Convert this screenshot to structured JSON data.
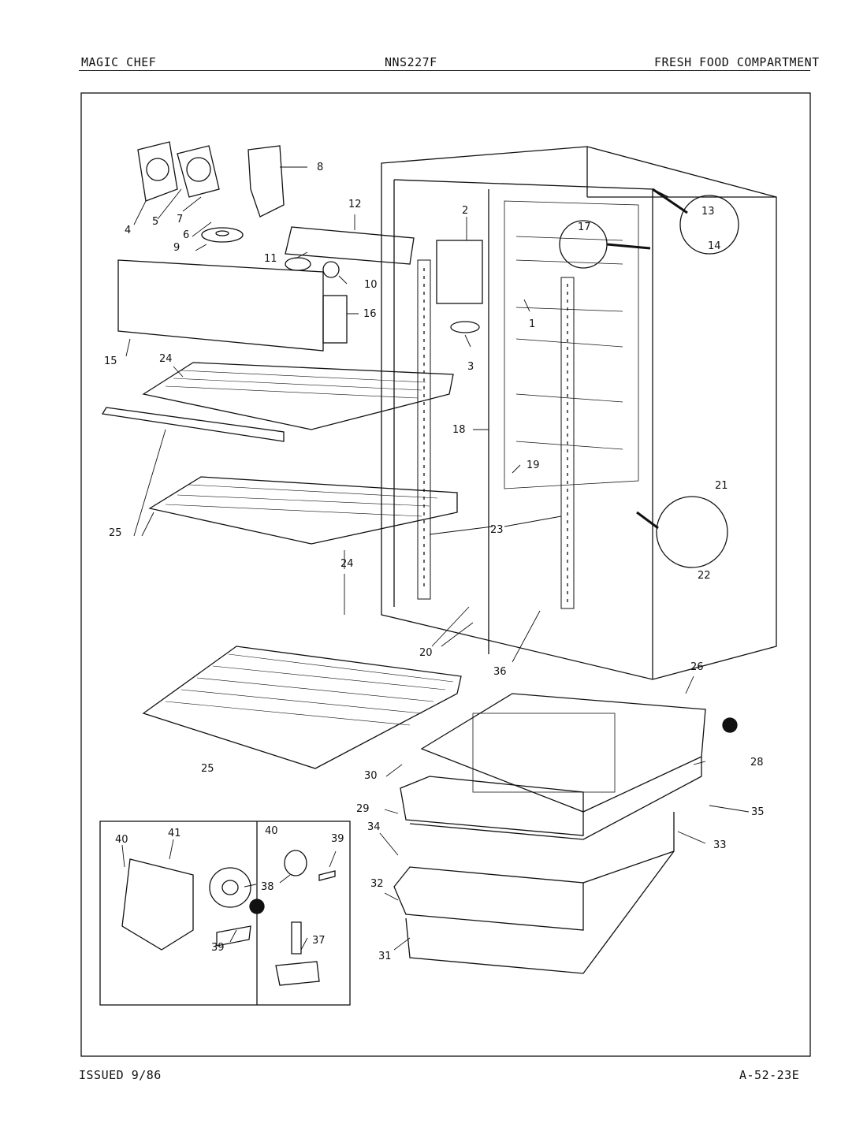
{
  "header": {
    "brand": "MAGIC CHEF",
    "model": "NNS227F",
    "section": "FRESH FOOD COMPARTMENT"
  },
  "footer": {
    "issued": "ISSUED 9/86",
    "code": "A-52-23E"
  },
  "callouts": {
    "c1": "1",
    "c2": "2",
    "c3": "3",
    "c4": "4",
    "c5": "5",
    "c6": "6",
    "c7": "7",
    "c8": "8",
    "c9": "9",
    "c10": "10",
    "c11": "11",
    "c12": "12",
    "c13": "13",
    "c14": "14",
    "c15": "15",
    "c16": "16",
    "c17": "17",
    "c18": "18",
    "c19": "19",
    "c20": "20",
    "c21": "21",
    "c22": "22",
    "c23": "23",
    "c24a": "24",
    "c24b": "24",
    "c25a": "25",
    "c25b": "25",
    "c26": "26",
    "c28": "28",
    "c29": "29",
    "c30": "30",
    "c31": "31",
    "c32": "32",
    "c33": "33",
    "c34": "34",
    "c35": "35",
    "c36": "36",
    "c37": "37",
    "c38": "38",
    "c39a": "39",
    "c39b": "39",
    "c40a": "40",
    "c40b": "40",
    "c41": "41"
  },
  "markers": {
    "m1": "1",
    "m2": "1"
  }
}
